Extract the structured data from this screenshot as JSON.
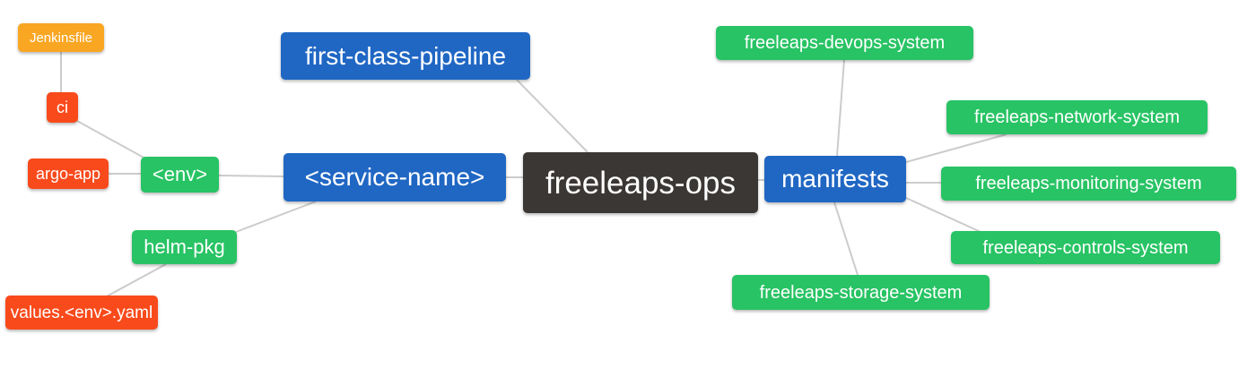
{
  "diagram": {
    "type": "mindmap",
    "background": "#ffffff",
    "edge_color": "#cccccc",
    "text_color": "#ffffff",
    "palette": {
      "root_dark": "#3b3734",
      "branch_blue": "#2067c4",
      "leaf_green": "#28c364",
      "leaf_red": "#f94a1c",
      "leaf_orange": "#f9a623"
    },
    "nodes": {
      "root": {
        "label": "freeleaps-ops",
        "color": "#3b3734"
      },
      "first_class_pipeline": {
        "label": "first-class-pipeline",
        "color": "#2067c4"
      },
      "service_name": {
        "label": "<service-name>",
        "color": "#2067c4"
      },
      "manifests": {
        "label": "manifests",
        "color": "#2067c4"
      },
      "env": {
        "label": "<env>",
        "color": "#28c364"
      },
      "helm_pkg": {
        "label": "helm-pkg",
        "color": "#28c364"
      },
      "jenkinsfile": {
        "label": "Jenkinsfile",
        "color": "#f9a623"
      },
      "ci": {
        "label": "ci",
        "color": "#f94a1c"
      },
      "argo_app": {
        "label": "argo-app",
        "color": "#f94a1c"
      },
      "values_env_yaml": {
        "label": "values.<env>.yaml",
        "color": "#f94a1c"
      },
      "devops_system": {
        "label": "freeleaps-devops-system",
        "color": "#28c364"
      },
      "network_system": {
        "label": "freeleaps-network-system",
        "color": "#28c364"
      },
      "monitoring_system": {
        "label": "freeleaps-monitoring-system",
        "color": "#28c364"
      },
      "controls_system": {
        "label": "freeleaps-controls-system",
        "color": "#28c364"
      },
      "storage_system": {
        "label": "freeleaps-storage-system",
        "color": "#28c364"
      }
    },
    "edges": [
      [
        "jenkinsfile",
        "ci"
      ],
      [
        "ci",
        "env"
      ],
      [
        "argo_app",
        "env"
      ],
      [
        "env",
        "service_name"
      ],
      [
        "helm_pkg",
        "service_name"
      ],
      [
        "values_env_yaml",
        "helm_pkg"
      ],
      [
        "first_class_pipeline",
        "root"
      ],
      [
        "service_name",
        "root"
      ],
      [
        "root",
        "manifests"
      ],
      [
        "manifests",
        "devops_system"
      ],
      [
        "manifests",
        "network_system"
      ],
      [
        "manifests",
        "monitoring_system"
      ],
      [
        "manifests",
        "controls_system"
      ],
      [
        "manifests",
        "storage_system"
      ]
    ]
  }
}
